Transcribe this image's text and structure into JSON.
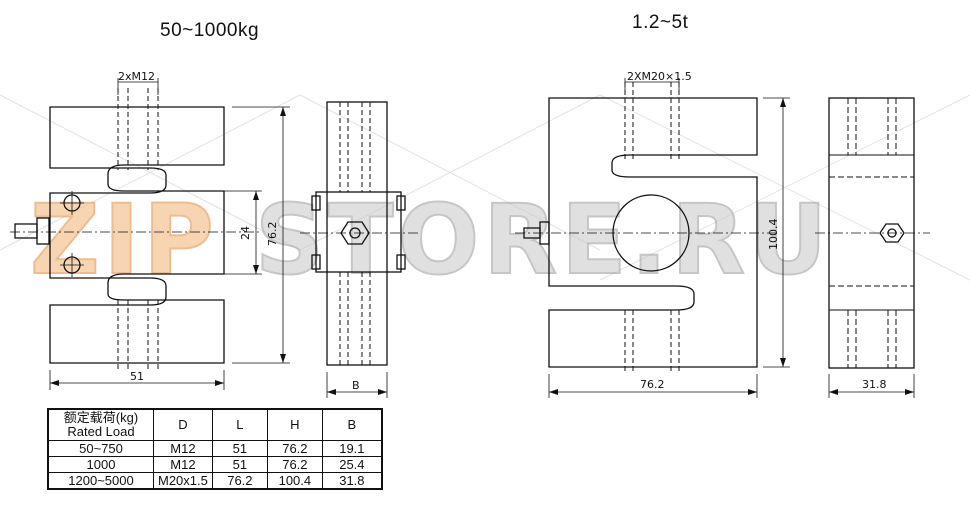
{
  "titles": {
    "left": "50~1000kg",
    "right": "1.2~5t"
  },
  "dimensions": {
    "left_thread": "2xM12",
    "left_height_inner": "24",
    "left_height_outer": "76.2",
    "left_width": "51",
    "left_side_width": "B",
    "right_thread": "2XM20×1.5",
    "right_height": "100.4",
    "right_width": "76.2",
    "right_side_width": "31.8"
  },
  "watermark": "ZIPSTORE.RU",
  "table": {
    "header_rated_cn": "额定载荷(kg)",
    "header_rated_en": "Rated Load",
    "headers": [
      "D",
      "L",
      "H",
      "B"
    ],
    "rows": [
      [
        "50~750",
        "M12",
        "51",
        "76.2",
        "19.1"
      ],
      [
        "1000",
        "M12",
        "51",
        "76.2",
        "25.4"
      ],
      [
        "1200~5000",
        "M20x1.5",
        "76.2",
        "100.4",
        "31.8"
      ]
    ]
  }
}
